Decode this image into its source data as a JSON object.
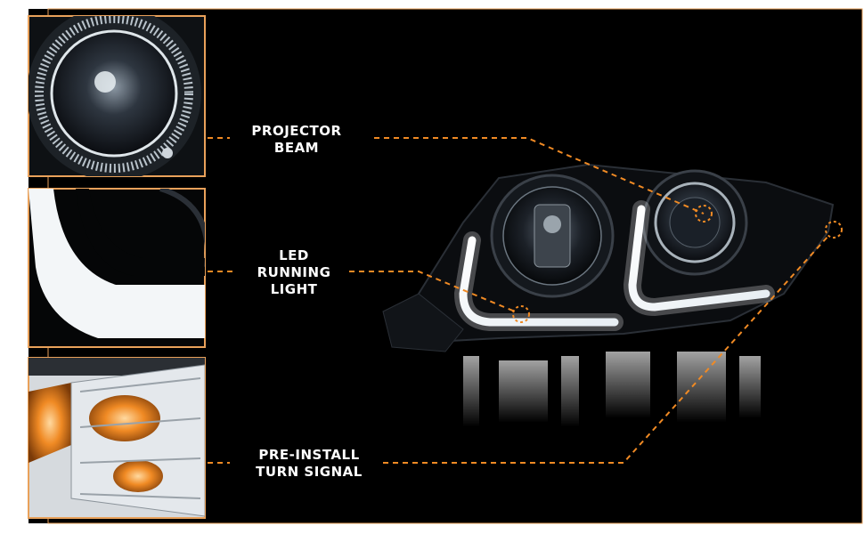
{
  "callouts": {
    "projector": {
      "line1": "PROJECTOR",
      "line2": "BEAM"
    },
    "led": {
      "line1": "LED",
      "line2": "RUNNING",
      "line3": "LIGHT"
    },
    "turn": {
      "line1": "PRE-INSTALL",
      "line2": "TURN SIGNAL"
    }
  },
  "colors": {
    "accent": "#f08a24",
    "background": "#000000",
    "border": "#e9a15a",
    "label": "#ffffff"
  },
  "thumbnails": [
    {
      "name": "projector-closeup",
      "subject": "projector lens"
    },
    {
      "name": "led-closeup",
      "subject": "led light bar"
    },
    {
      "name": "turn-signal-closeup",
      "subject": "amber turn signal reflector"
    }
  ]
}
